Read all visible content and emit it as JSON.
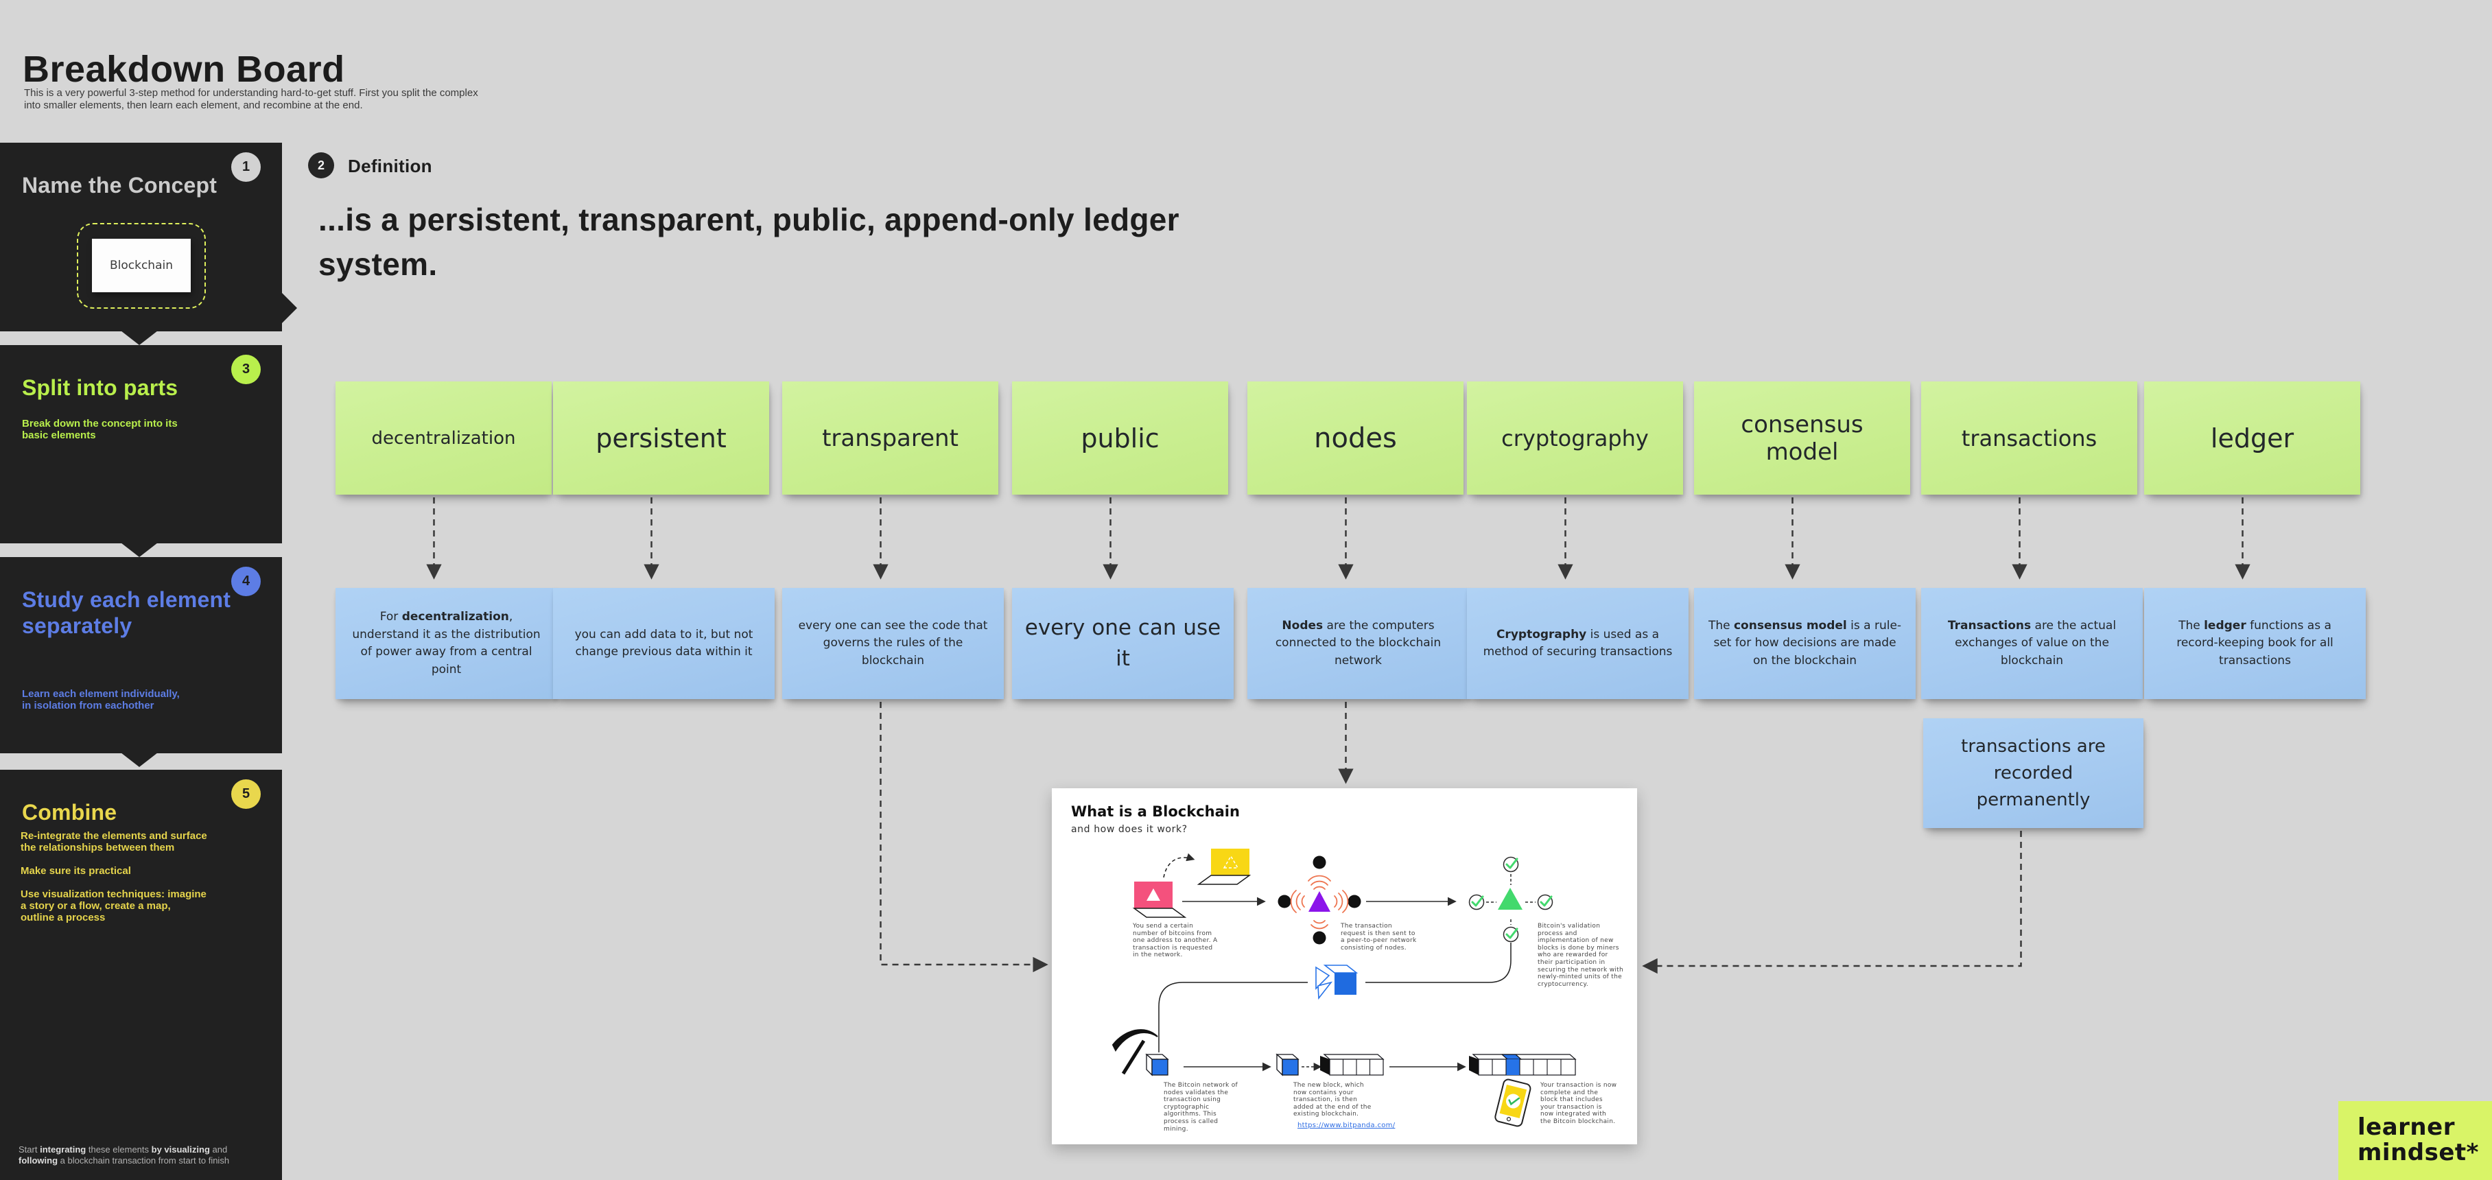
{
  "header": {
    "title": "Breakdown Board",
    "subtitle": "This is a very powerful 3-step method for understanding hard-to-get stuff. First you split the complex into smaller elements, then learn each element, and recombine at the end."
  },
  "sidebar": {
    "steps": [
      {
        "badge": "1",
        "title": "Name the Concept",
        "concept": "Blockchain"
      },
      {
        "badge": "3",
        "title": "Split into parts",
        "note": "Break down the concept into its basic elements"
      },
      {
        "badge": "4",
        "title": "Study each element separately",
        "note": "Learn each element individually, in isolation from eachother"
      },
      {
        "badge": "5",
        "title": "Combine",
        "notes": [
          "Re-integrate the elements and surface the relationships between them",
          "Make sure its practical",
          "Use visualization techniques: imagine a story or a flow, create a map, outline a process"
        ]
      }
    ],
    "footer_segments": [
      {
        "t": "Start "
      },
      {
        "t": "integrating",
        "b": true
      },
      {
        "t": " these elements "
      },
      {
        "t": "by visualizing",
        "b": true
      },
      {
        "t": " and "
      },
      {
        "t": "following",
        "b": true
      },
      {
        "t": " a blockchain transaction from start to finish"
      }
    ]
  },
  "definition": {
    "badge": "2",
    "label": "Definition",
    "text": "...is a persistent, transparent, public, append-only ledger system."
  },
  "elements": [
    {
      "concept": "decentralization",
      "description": [
        {
          "t": "For "
        },
        {
          "t": "decentralization",
          "b": true
        },
        {
          "t": ", understand it as the distribution of power away from a central point"
        }
      ]
    },
    {
      "concept": "persistent",
      "description": [
        {
          "t": "you can add data to it, but not change previous data within it"
        }
      ]
    },
    {
      "concept": "transparent",
      "description": [
        {
          "t": "every one can see the code that governs the rules of the blockchain"
        }
      ]
    },
    {
      "concept": "public",
      "description": [
        {
          "t": "every one can use it"
        }
      ]
    },
    {
      "concept": "nodes",
      "description": [
        {
          "t": "Nodes",
          "b": true
        },
        {
          "t": " are the computers connected to the blockchain network"
        }
      ]
    },
    {
      "concept": "cryptography",
      "description": [
        {
          "t": "Cryptography",
          "b": true
        },
        {
          "t": " is used as a method of securing transactions"
        }
      ]
    },
    {
      "concept": "consensus model",
      "description": [
        {
          "t": "The "
        },
        {
          "t": "consensus model",
          "b": true
        },
        {
          "t": " is a rule-set for how decisions are made on the blockchain"
        }
      ]
    },
    {
      "concept": "transactions",
      "description": [
        {
          "t": "Transactions",
          "b": true
        },
        {
          "t": " are the actual exchanges of value on the blockchain"
        }
      ]
    },
    {
      "concept": "ledger",
      "description": [
        {
          "t": "The "
        },
        {
          "t": "ledger",
          "b": true
        },
        {
          "t": " functions as a record-keeping book for all transactions"
        }
      ]
    }
  ],
  "extra_note": "transactions are recorded permanently",
  "diagram": {
    "title": "What is a Blockchain",
    "subtitle": "and how does it work?",
    "captions": [
      "You send a certain number of bitcoins from one address to another. A transaction is requested in the network.",
      "The transaction request is then sent to a peer-to-peer network consisting of nodes.",
      "Bitcoin's validation process and implementation of new blocks is done by miners who are rewarded for their participation in securing the network with newly-minted units of the cryptocurrency.",
      "The Bitcoin network of nodes validates the transaction using cryptographic algorithms. This process is called mining.",
      "The new block, which now contains your transaction, is then added at the end of the existing blockchain.",
      "Your transaction is now complete and the block that includes your transaction is now integrated with the Bitcoin blockchain."
    ],
    "link": "https://www.bitpanda.com/"
  },
  "logo": {
    "line1": "learner",
    "line2": "mindset*"
  },
  "colors": {
    "accent_green": "#b9ef4c",
    "accent_blue": "#5d7de5",
    "accent_yellow": "#e9d74d",
    "sticky_green": "#cbef93",
    "sticky_blue": "#a7cbf1",
    "logo_bg": "#d9f467",
    "sidebar_bg": "#212121"
  }
}
